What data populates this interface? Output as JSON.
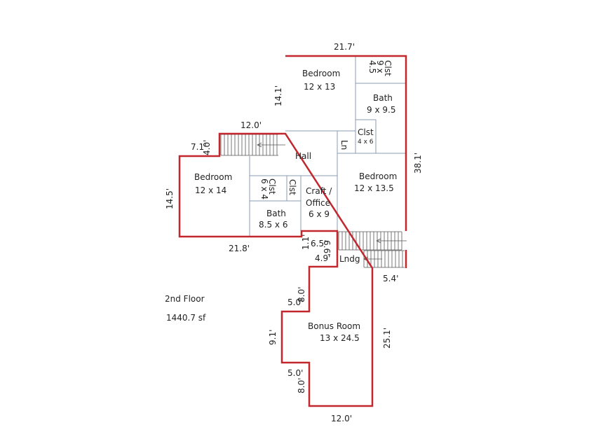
{
  "rooms": {
    "bedroom_top": {
      "name": "Bedroom",
      "size": "12 x 13"
    },
    "clst_top": {
      "name": "Clst",
      "size_a": "9 x",
      "size_b": "4.5"
    },
    "bath_right": {
      "name": "Bath",
      "size": "9 x 9.5"
    },
    "clst_small": {
      "name": "Clst",
      "size": "4 x 6"
    },
    "linen": {
      "name": "Ln"
    },
    "hall": {
      "name": "Hall"
    },
    "bedroom_right": {
      "name": "Bedroom",
      "size": "12 x 13.5"
    },
    "bedroom_left": {
      "name": "Bedroom",
      "size": "12 x 14"
    },
    "clst_mid": {
      "name": "Clst",
      "size": "6 x 4"
    },
    "clst_narrow": {
      "name": "Clst"
    },
    "craft": {
      "name_a": "Craft /",
      "name_b": "Office",
      "size": "6 x 9"
    },
    "bath_left": {
      "name": "Bath",
      "size": "8.5 x 6"
    },
    "landing": {
      "name": "Lndg"
    },
    "bonus": {
      "name": "Bonus Room",
      "size": "13 x 24.5"
    }
  },
  "dimensions": {
    "top": "21.7'",
    "upper_left": "14.1'",
    "stair_top": "12.0'",
    "stair_side": "4.0'",
    "left_step": "7.1'",
    "left": "14.5'",
    "bottom_left": "21.8'",
    "right": "38.1'",
    "d1": "1.1'",
    "d2": "6.5'",
    "d3": "6.6'",
    "d4": "4.9'",
    "d5": "5.4'",
    "d6": "5.0'",
    "d7": "8.0'",
    "d8": "9.1'",
    "d9": "5.0'",
    "d10": "8.0'",
    "d11": "25.1'",
    "d12": "12.0'"
  },
  "summary": {
    "floor": "2nd Floor",
    "area": "1440.7 sf"
  }
}
